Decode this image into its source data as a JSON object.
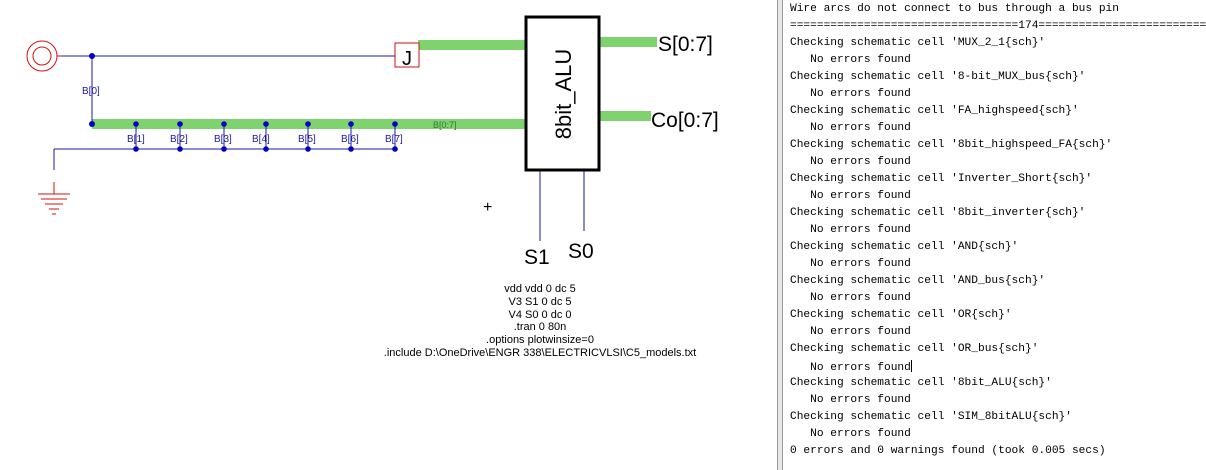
{
  "schematic": {
    "alu_label": "8bit_ALU",
    "pin_j": "J",
    "out_s": "S[0:7]",
    "out_co": "Co[0:7]",
    "in_s1": "S1",
    "in_s0": "S0",
    "net_b0": "B[0]",
    "bus_label": "B[0:7]",
    "bits": [
      "B[1]",
      "B[2]",
      "B[3]",
      "B[4]",
      "B[5]",
      "B[6]",
      "B[7]"
    ],
    "crosshair": "+",
    "spice_lines": [
      "vdd vdd 0 dc 5",
      "V3 S1 0 dc 5",
      "V4 S0 0 dc 0",
      ".tran 0 80n",
      ".options plotwinsize=0",
      ".include D:\\OneDrive\\ENGR 338\\ELECTRICVLSI\\C5_models.txt"
    ],
    "colors": {
      "bus": "#7ed36e",
      "wire": "#1a1aa8",
      "node": "#0000c8",
      "source": "#d01010",
      "alu_fill": "#ffffff"
    }
  },
  "messages": {
    "header": "Wire arcs do not connect to bus through a bus pin",
    "separator": "==================================174=========================",
    "check_lines": [
      "Checking schematic cell 'MUX_2_1{sch}'",
      "Checking schematic cell '8-bit_MUX_bus{sch}'",
      "Checking schematic cell 'FA_highspeed{sch}'",
      "Checking schematic cell '8bit_highspeed_FA{sch}'",
      "Checking schematic cell 'Inverter_Short{sch}'",
      "Checking schematic cell '8bit_inverter{sch}'",
      "Checking schematic cell 'AND{sch}'",
      "Checking schematic cell 'AND_bus{sch}'",
      "Checking schematic cell 'OR{sch}'",
      "Checking schematic cell 'OR_bus{sch}'",
      "Checking schematic cell '8bit_ALU{sch}'",
      "Checking schematic cell 'SIM_8bitALU{sch}'"
    ],
    "no_errors": "   No errors found",
    "summary": "0 errors and 0 warnings found (took 0.005 secs)"
  }
}
